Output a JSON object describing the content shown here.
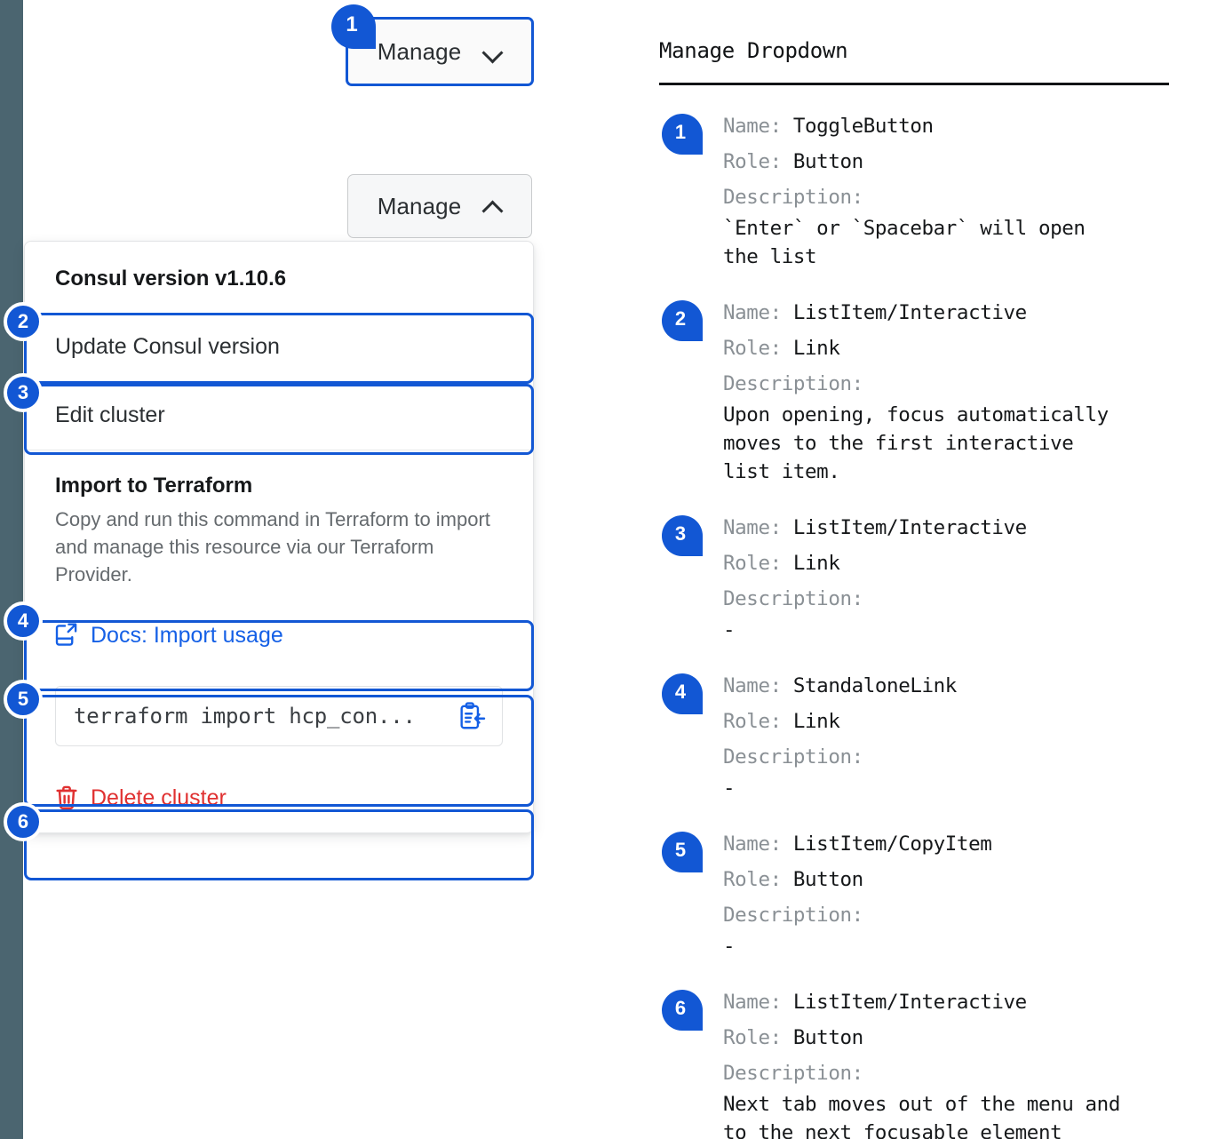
{
  "colors": {
    "accent_blue": "#1257d4",
    "link_blue": "#1560e6",
    "danger_red": "#e03131",
    "rail_slate": "#4b6570",
    "muted_gray": "#656a6e"
  },
  "left_pane": {
    "button_closed": {
      "label": "Manage",
      "icon": "chevron-down-icon",
      "state": "collapsed-focused"
    },
    "button_open": {
      "label": "Manage",
      "icon": "chevron-up-icon",
      "state": "expanded"
    },
    "dropdown": {
      "version_heading": "Consul version v1.10.6",
      "item_update": "Update Consul version",
      "item_edit": "Edit cluster",
      "terraform_heading": "Import to Terraform",
      "terraform_description": "Copy and run this command in Terraform to import and manage this resource via our Terraform Provider.",
      "docs_link": "Docs: Import usage",
      "docs_link_icon": "external-link-doc-icon",
      "copy_value": "terraform import hcp_con...",
      "copy_icon": "clipboard-copy-icon",
      "delete_label": "Delete cluster",
      "delete_icon": "trash-icon"
    },
    "badges": [
      "1",
      "2",
      "3",
      "4",
      "5",
      "6"
    ]
  },
  "notes": {
    "title": "Manage Dropdown",
    "labels": {
      "name": "Name:",
      "role": "Role:",
      "description": "Description:"
    },
    "items": [
      {
        "badge": "1",
        "name": "ToggleButton",
        "role": "Button",
        "description": "`Enter` or `Spacebar` will open\nthe list"
      },
      {
        "badge": "2",
        "name": "ListItem/Interactive",
        "role": "Link",
        "description": "Upon opening, focus automatically\nmoves to the first interactive\nlist item."
      },
      {
        "badge": "3",
        "name": "ListItem/Interactive",
        "role": "Link",
        "description": "-"
      },
      {
        "badge": "4",
        "name": "StandaloneLink",
        "role": "Link",
        "description": "-"
      },
      {
        "badge": "5",
        "name": "ListItem/CopyItem",
        "role": "Button",
        "description": "-"
      },
      {
        "badge": "6",
        "name": "ListItem/Interactive",
        "role": "Button",
        "description": "Next tab moves out of the menu and\nto the next focusable element"
      }
    ]
  }
}
